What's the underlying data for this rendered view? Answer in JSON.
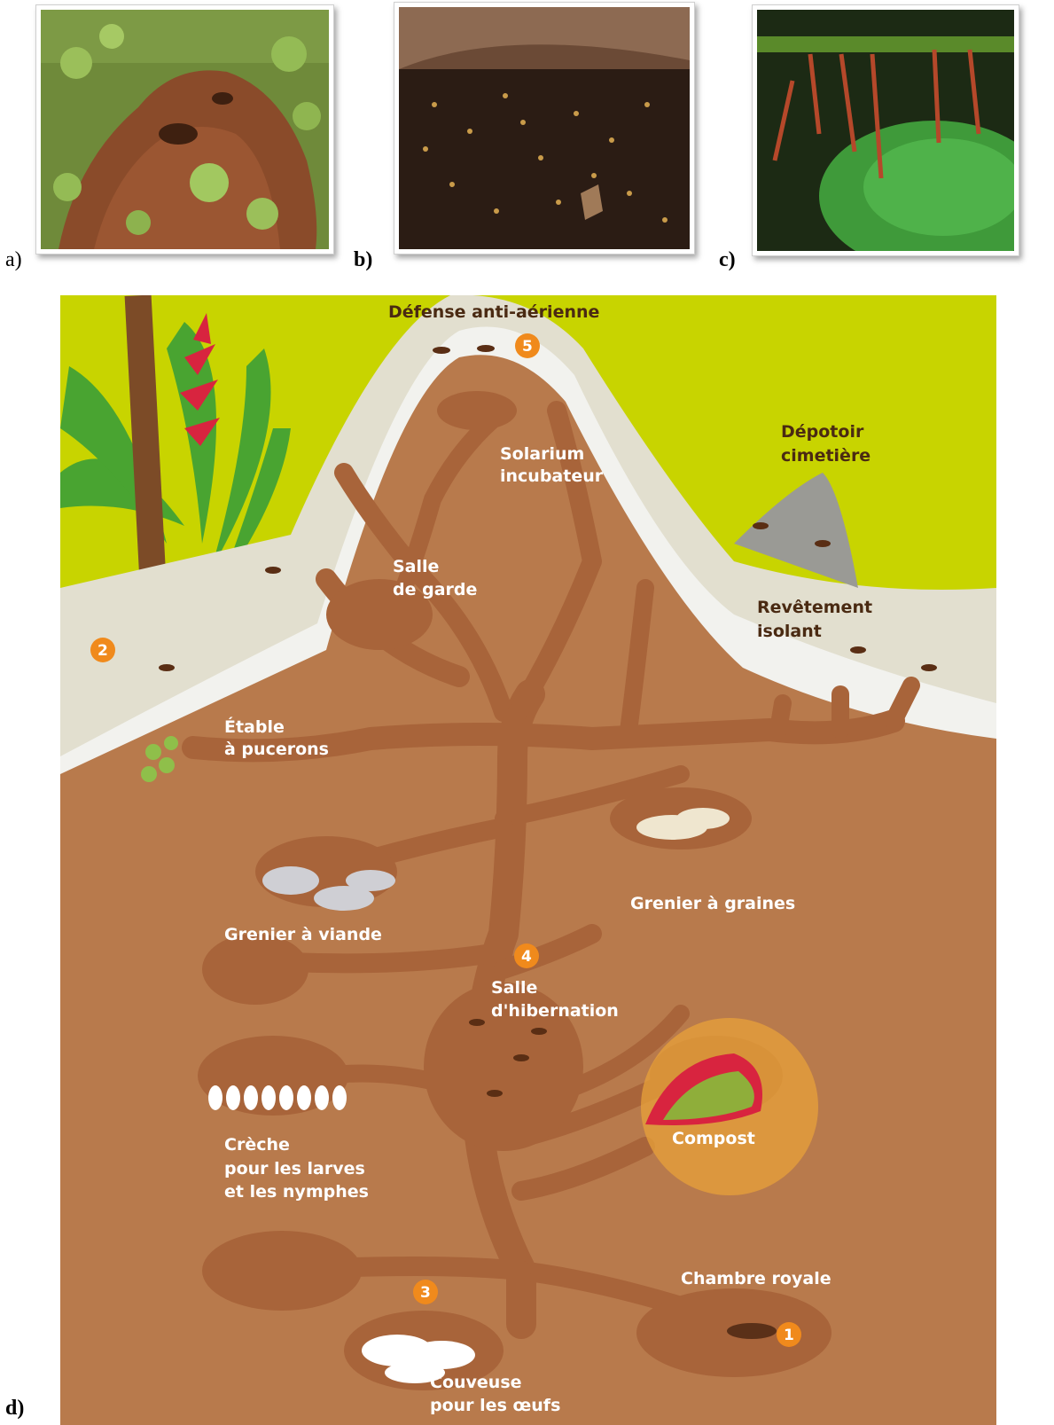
{
  "panels": [
    {
      "label": "a)"
    },
    {
      "label": "b)"
    },
    {
      "label": "c)"
    },
    {
      "label": "d)"
    }
  ],
  "diagram": {
    "labels": {
      "defense": "Défense anti-aérienne",
      "solarium_1": "Solarium",
      "solarium_2": "incubateur",
      "depotoir_1": "Dépotoir",
      "depotoir_2": "cimetière",
      "garde_1": "Salle",
      "garde_2": "de garde",
      "revetement_1": "Revêtement",
      "revetement_2": "isolant",
      "etable_1": "Étable",
      "etable_2": "à pucerons",
      "grenier_graines": "Grenier à graines",
      "grenier_viande": "Grenier à viande",
      "hibernation_1": "Salle",
      "hibernation_2": "d'hibernation",
      "creche_1": "Crèche",
      "creche_2": "pour les larves",
      "creche_3": "et les nymphes",
      "compost": "Compost",
      "chambre": "Chambre royale",
      "couveuse_1": "Couveuse",
      "couveuse_2": "pour les œufs"
    },
    "badges": [
      "1",
      "2",
      "3",
      "4",
      "5"
    ],
    "colors": {
      "sky": "#c8d400",
      "soil": "#b87a4c",
      "tunnel": "#a8643a",
      "mound_rim": "#f2f2ee",
      "badge": "#f08a1c"
    }
  }
}
